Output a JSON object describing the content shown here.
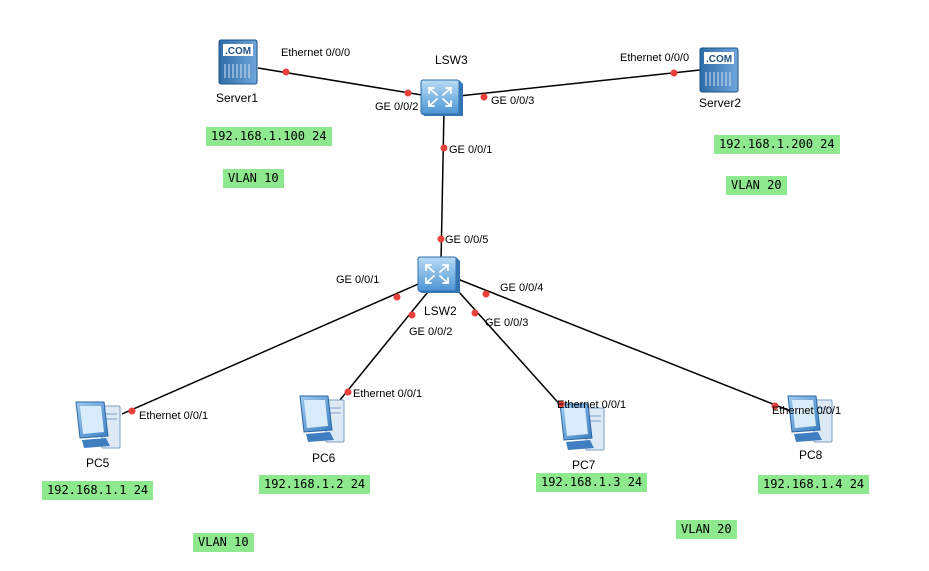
{
  "devices": {
    "server1": {
      "name": "Server1",
      "icon": "server-icon",
      "icon_text": ".COM",
      "port": "Ethernet 0/0/0"
    },
    "server2": {
      "name": "Server2",
      "icon": "server-icon",
      "icon_text": ".COM",
      "port": "Ethernet 0/0/0"
    },
    "lsw3": {
      "name": "LSW3",
      "icon": "switch-icon",
      "ports": {
        "g2": "GE 0/0/2",
        "g3": "GE 0/0/3",
        "g1": "GE 0/0/1"
      }
    },
    "lsw2": {
      "name": "LSW2",
      "icon": "switch-icon",
      "ports": {
        "g5": "GE 0/0/5",
        "g1": "GE 0/0/1",
        "g2": "GE 0/0/2",
        "g3": "GE 0/0/3",
        "g4": "GE 0/0/4"
      }
    },
    "pc5": {
      "name": "PC5",
      "icon": "pc-icon",
      "port": "Ethernet 0/0/1"
    },
    "pc6": {
      "name": "PC6",
      "icon": "pc-icon",
      "port": "Ethernet 0/0/1"
    },
    "pc7": {
      "name": "PC7",
      "icon": "pc-icon",
      "port": "Ethernet 0/0/1"
    },
    "pc8": {
      "name": "PC8",
      "icon": "pc-icon",
      "port": "Ethernet 0/0/1"
    }
  },
  "ip_labels": {
    "server1": "192.168.1.100 24",
    "server2": "192.168.1.200 24",
    "pc5": "192.168.1.1 24",
    "pc6": "192.168.1.2 24",
    "pc7": "192.168.1.3 24",
    "pc8": "192.168.1.4 24"
  },
  "vlan_labels": {
    "top_left": "VLAN 10",
    "top_right": "VLAN 20",
    "bottom_left": "VLAN 10",
    "bottom_right": "VLAN 20"
  },
  "colors": {
    "label_bg": "#8ee88e",
    "port_dot": "#e8403a",
    "link": "#000000",
    "device_blue": "#3f7fc1"
  }
}
